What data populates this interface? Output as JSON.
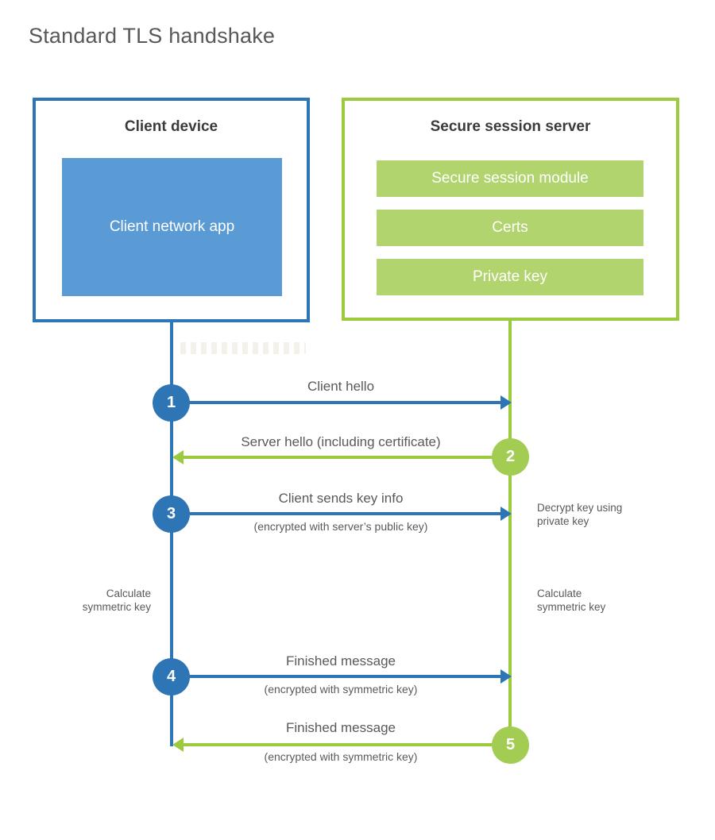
{
  "page": {
    "title": "Standard TLS handshake"
  },
  "client": {
    "title": "Client device",
    "app_label": "Client network app"
  },
  "server": {
    "title": "Secure session server",
    "modules": [
      "Secure session module",
      "Certs",
      "Private key"
    ]
  },
  "steps": [
    {
      "number": "1",
      "from": "client",
      "to": "server",
      "direction": "right",
      "label": "Client hello",
      "sublabel": ""
    },
    {
      "number": "2",
      "from": "server",
      "to": "client",
      "direction": "left",
      "label": "Server hello (including certificate)",
      "sublabel": ""
    },
    {
      "number": "3",
      "from": "client",
      "to": "server",
      "direction": "right",
      "label": "Client sends key info",
      "sublabel": "(encrypted with server’s public key)"
    },
    {
      "number": "4",
      "from": "client",
      "to": "server",
      "direction": "right",
      "label": "Finished message",
      "sublabel": "(encrypted with symmetric key)"
    },
    {
      "number": "5",
      "from": "server",
      "to": "client",
      "direction": "left",
      "label": "Finished message",
      "sublabel": "(encrypted with symmetric key)"
    }
  ],
  "notes": {
    "decrypt": "Decrypt key using private key",
    "calculate_left": "Calculate symmetric key",
    "calculate_right": "Calculate symmetric key"
  },
  "colors": {
    "blue": "#2E75B6",
    "blue_light": "#5B9BD5",
    "green": "#9CCA3E",
    "green_circle": "#A3CC52",
    "green_light": "#B2D46F",
    "heading_text": "#3B3B3B",
    "label_text": "#595959",
    "box_text": "#FFFFFF"
  }
}
